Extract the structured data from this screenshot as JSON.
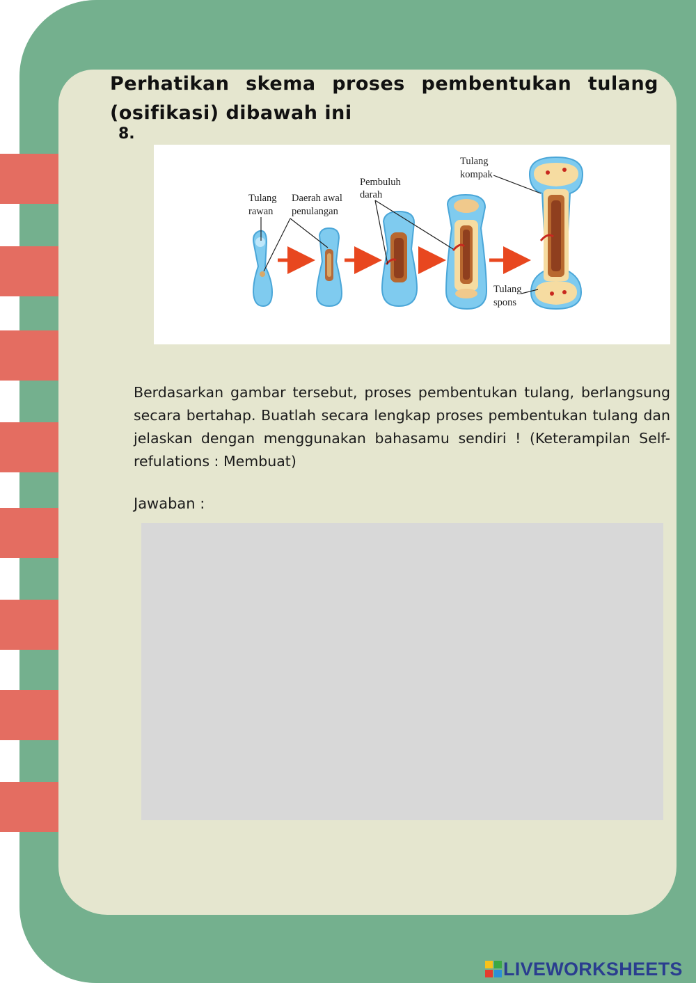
{
  "page": {
    "colors": {
      "frame": "#74b08e",
      "paper": "#e5e6cf",
      "tabs": "#e46d61",
      "answer_box": "#d8d8d8"
    }
  },
  "header": {
    "title": "Perhatikan skema proses pembentukan tulang (osifikasi) dibawah ini",
    "question_number": "8."
  },
  "figure": {
    "labels": {
      "tulang_rawan_1": "Tulang",
      "tulang_rawan_2": "rawan",
      "daerah_awal_1": "Daerah awal",
      "daerah_awal_2": "penulangan",
      "pembuluh_1": "Pembuluh",
      "pembuluh_2": "darah",
      "kompak_1": "Tulang",
      "kompak_2": "kompak",
      "spons_1": "Tulang",
      "spons_2": "spons"
    }
  },
  "question": {
    "text": "Berdasarkan gambar tersebut, proses pembentukan tulang, berlangsung secara bertahap. Buatlah secara lengkap proses pembentukan tulang dan jelaskan dengan menggunakan bahasamu sendiri ! (Keterampilan Self-refulations : Membuat)"
  },
  "answer": {
    "label": "Jawaban :",
    "value": ""
  },
  "footer": {
    "brand": "LIVEWORKSHEETS",
    "icon": "liveworksheets-logo-icon"
  }
}
